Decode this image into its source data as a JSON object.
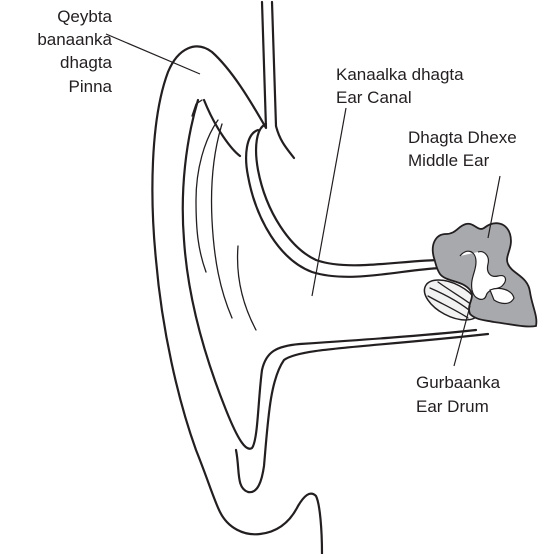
{
  "labels": {
    "pinna": {
      "line1": "Qeybta",
      "line2": "banaanka",
      "line3": "dhagta",
      "line4": "Pinna"
    },
    "ear_canal": {
      "line1": "Kanaalka dhagta",
      "line2": "Ear Canal"
    },
    "middle_ear": {
      "line1": "Dhagta Dhexe",
      "line2": "Middle Ear"
    },
    "ear_drum": {
      "line1": "Gurbaanka",
      "line2": "Ear Drum"
    }
  },
  "colors": {
    "line": "#231f20",
    "middle_ear_fill": "#a7a9ac",
    "middle_ear_inner": "#ffffff",
    "ear_drum_fill": "#f2f2f2"
  }
}
